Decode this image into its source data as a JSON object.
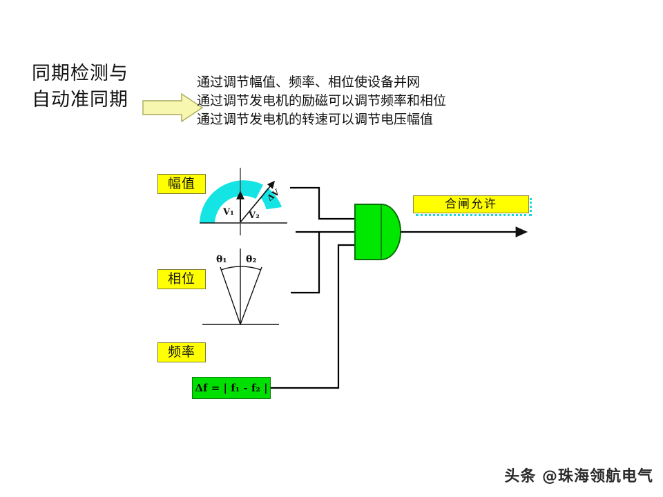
{
  "slide": {
    "background_color": "#ffffff",
    "title_lines": [
      "同期检测与",
      "自动准同期"
    ],
    "bullets": [
      "通过调节幅值、频率、相位使设备并网",
      "通过调节发电机的励磁可以调节频率和相位",
      "通过调节发电机的转速可以调节电压幅值"
    ]
  },
  "diagram": {
    "labels": {
      "amplitude": "幅值",
      "phase": "相位",
      "frequency": "频率",
      "permit": "合闸允许"
    },
    "gauge": {
      "v1": "V₁",
      "v2": "V₂",
      "delta_v": "ΔV",
      "arc_color": "#14e4e4"
    },
    "phase_diagram": {
      "theta1": "θ₁",
      "theta2": "θ₂"
    },
    "formula": {
      "text": "Δf = | f₁ - f₂ |",
      "lhs": "Δf =",
      "rhs": "| f₁ - f₂ |",
      "box_color": "#00e000"
    },
    "gate": {
      "type": "AND",
      "input_count": 3,
      "fill_color": "#00e800",
      "stroke_color": "#0a6f0a"
    },
    "colors": {
      "chip_fill": "#ffff00",
      "chip_border": "#7a7a34",
      "arrow_fill": "#f7f7b0",
      "arrow_border": "#a8a85a",
      "wire": "#000000",
      "shadow": "#17d8d8"
    }
  },
  "watermark": {
    "text": "头条 @珠海领航电气"
  }
}
